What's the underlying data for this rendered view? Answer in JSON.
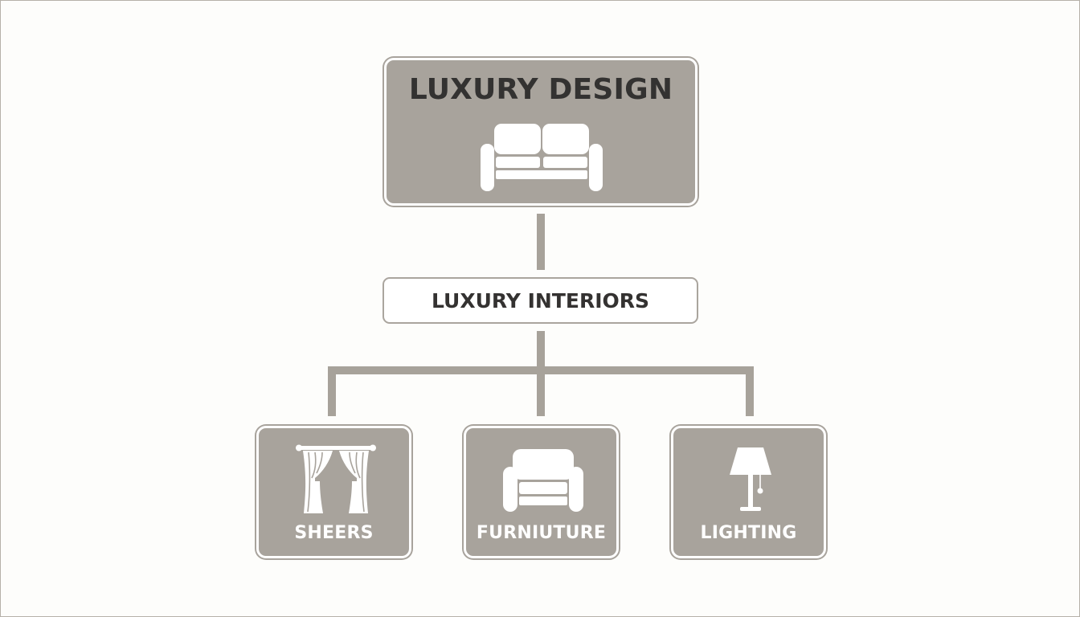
{
  "diagram": {
    "top": {
      "title": "LUXURY DESIGN",
      "icon": "sofa-icon"
    },
    "middle": {
      "title": "LUXURY INTERIORS"
    },
    "children": [
      {
        "label": "SHEERS",
        "icon": "curtains-icon"
      },
      {
        "label": "FURNIUTURE",
        "icon": "armchair-icon"
      },
      {
        "label": "LIGHTING",
        "icon": "lamp-icon"
      }
    ]
  },
  "colors": {
    "card_fill": "#a8a39c",
    "connector": "#a7a29a",
    "text_dark": "#333231",
    "text_light": "#ffffff"
  }
}
